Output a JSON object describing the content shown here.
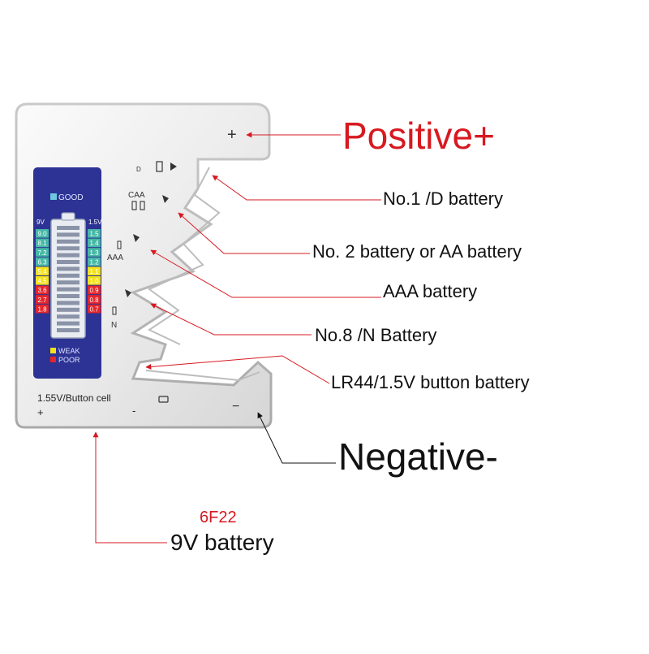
{
  "colors": {
    "accent_red": "#d71920",
    "panel_blue": "#2d3394",
    "level_green": "#45b8a6",
    "level_yellow": "#f4e21c",
    "level_red": "#e5252a",
    "good_square": "#6ec6e0"
  },
  "labels": {
    "positive": "Positive+",
    "d_battery": "No.1 /D battery",
    "aa_battery": "No. 2 battery or AA battery",
    "aaa_battery": "AAA battery",
    "n_battery": "No.8 /N Battery",
    "button_battery": "LR44/1.5V button battery",
    "negative": "Negative-",
    "f22_code": "6F22",
    "nine_v": "9V battery"
  },
  "device": {
    "plus_sign": "+",
    "minus_sign": "−",
    "slot_d": "D",
    "slot_caa": "CAA",
    "slot_aaa": "AAA",
    "slot_n": "N",
    "good": "GOOD",
    "weak": "WEAK",
    "poor": "POOR",
    "col_9v": "9V",
    "col_15v": "1.5V",
    "scale_9v": [
      "9.0",
      "8.1",
      "7.2",
      "6.3",
      "5.4",
      "4.5",
      "3.6",
      "2.7",
      "1.8"
    ],
    "scale_15v": [
      "1.5",
      "1.4",
      "1.3",
      "1.2",
      "1.1",
      "1.0",
      "0.9",
      "0.8",
      "0.7"
    ],
    "button_cell": "1.55V/Button cell",
    "bottom_plus": "+",
    "bottom_minus": "-"
  }
}
